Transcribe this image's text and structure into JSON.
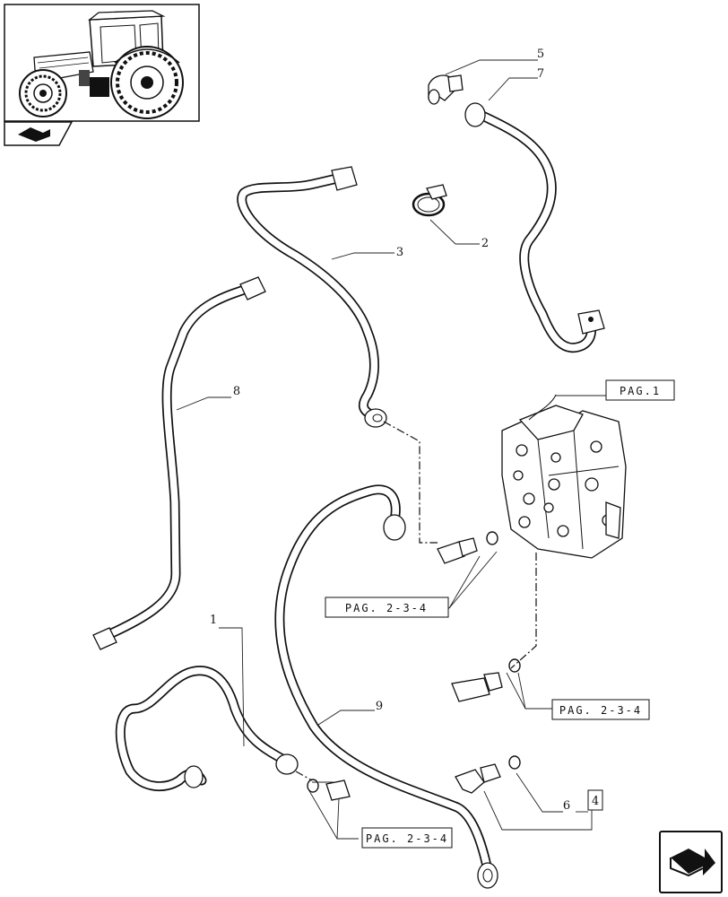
{
  "callouts": [
    "1",
    "2",
    "3",
    "4",
    "5",
    "6",
    "7",
    "8",
    "9"
  ],
  "page_refs": {
    "valve": "PAG.1",
    "ref_a": "PAG. 2-3-4",
    "ref_b": "PAG. 2-3-4",
    "ref_c": "PAG. 2-3-4"
  },
  "boxed_ref": "4",
  "icons": {
    "thumbnail": "tractor-thumbnail-icon",
    "section_tab": "section-tab-icon",
    "nav": "next-page-arrow-icon"
  },
  "colors": {
    "line": "#111111",
    "background": "#ffffff"
  }
}
